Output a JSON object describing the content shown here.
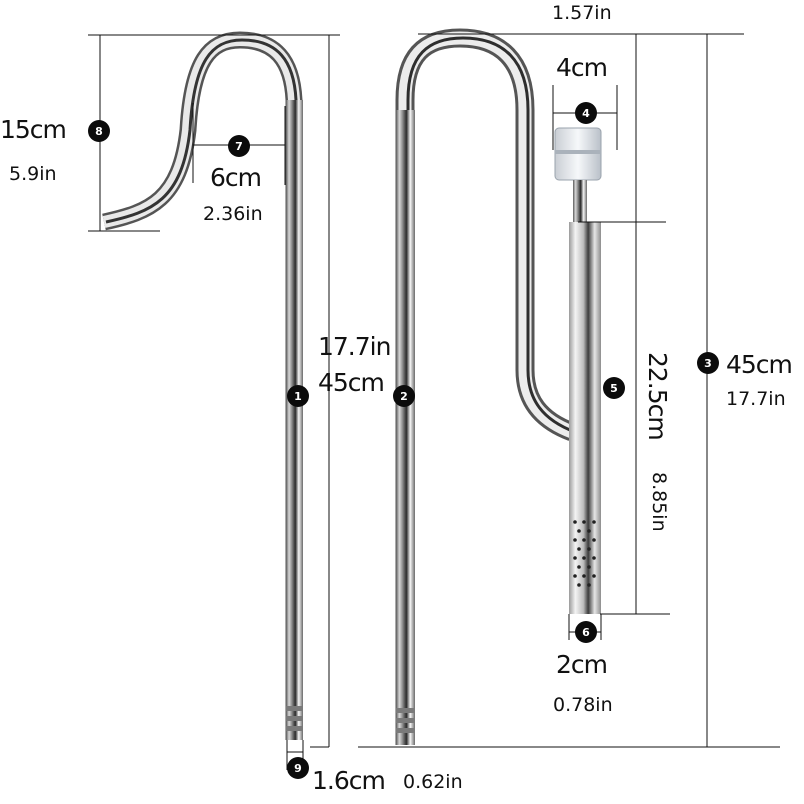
{
  "diagram": {
    "subject": "aquarium inflow and outflow lily pipes",
    "colors": {
      "background": "#ffffff",
      "line": "#111111",
      "badge": "#0b0b0b",
      "steel_light": "#f2f2f2",
      "steel_dark": "#3a3a3a"
    },
    "callouts": [
      {
        "id": "1",
        "badge": "1",
        "target": "outflow-pipe-length"
      },
      {
        "id": "2",
        "badge": "2",
        "target": "inflow-pipe-length"
      },
      {
        "id": "3",
        "badge": "3",
        "target": "total-height"
      },
      {
        "id": "4",
        "badge": "4",
        "target": "top-width"
      },
      {
        "id": "5",
        "badge": "5",
        "target": "strainer-length"
      },
      {
        "id": "6",
        "badge": "6",
        "target": "strainer-diameter"
      },
      {
        "id": "7",
        "badge": "7",
        "target": "hook-width"
      },
      {
        "id": "8",
        "badge": "8",
        "target": "hook-height"
      },
      {
        "id": "9",
        "badge": "9",
        "target": "tube-diameter"
      }
    ],
    "labels": {
      "hook_height_cm": "15cm",
      "hook_height_in": "5.9in",
      "hook_width_cm": "6cm",
      "hook_width_in": "2.36in",
      "pipe_length_in": "17.7in",
      "pipe_length_cm": "45cm",
      "top_width_in": "1.57in",
      "top_width_cm": "4cm",
      "total_height_cm": "45cm",
      "total_height_in": "17.7in",
      "strainer_length_cm": "22.5cm",
      "strainer_length_in": "8.85in",
      "strainer_diameter_cm": "2cm",
      "strainer_diameter_in": "0.78in",
      "tube_diameter_cm": "1.6cm",
      "tube_diameter_in": "0.62in"
    }
  }
}
